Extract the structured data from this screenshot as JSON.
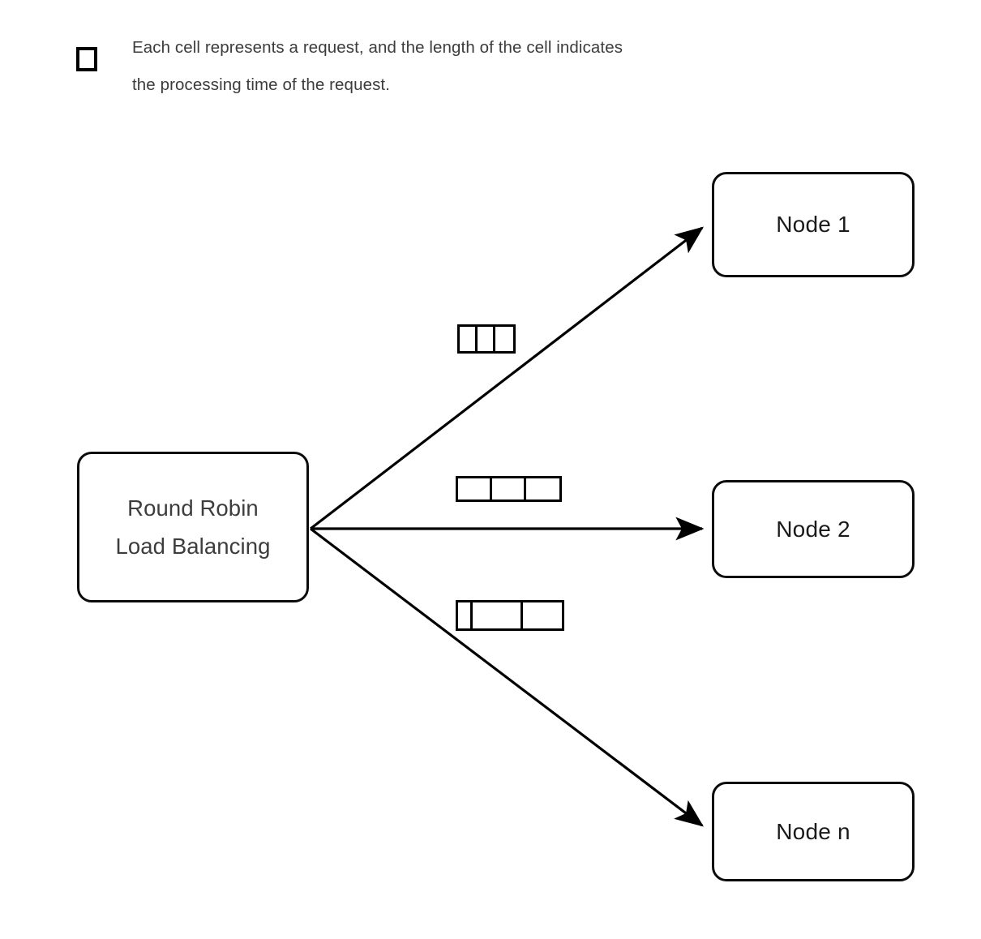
{
  "legend": {
    "icon": "square-outline-icon",
    "text": "Each cell represents a request, and the length of the cell indicates\nthe processing time of the request."
  },
  "source": {
    "name": "round-robin-load-balancer",
    "line1": "Round Robin",
    "line2": "Load Balancing"
  },
  "nodes": [
    {
      "id": "node-1",
      "label": "Node 1"
    },
    {
      "id": "node-2",
      "label": "Node 2"
    },
    {
      "id": "node-n",
      "label": "Node n"
    }
  ],
  "edges": [
    {
      "from": "round-robin-load-balancer",
      "to": "node-1",
      "arrow": "solid-triangle"
    },
    {
      "from": "round-robin-load-balancer",
      "to": "node-2",
      "arrow": "solid-triangle"
    },
    {
      "from": "round-robin-load-balancer",
      "to": "node-n",
      "arrow": "solid-triangle"
    }
  ],
  "request_queues": [
    {
      "target": "node-1",
      "cell_widths": [
        22,
        22,
        22
      ]
    },
    {
      "target": "node-2",
      "cell_widths": [
        42,
        42,
        41
      ]
    },
    {
      "target": "node-n",
      "cell_widths": [
        18,
        62,
        48
      ]
    }
  ],
  "colors": {
    "stroke": "#0b0b0b",
    "cell_stroke": "#000000",
    "node_text": "#1a1a1a",
    "source_text": "#3d3d3d",
    "legend_text": "#3c3c3c",
    "background": "#ffffff"
  }
}
